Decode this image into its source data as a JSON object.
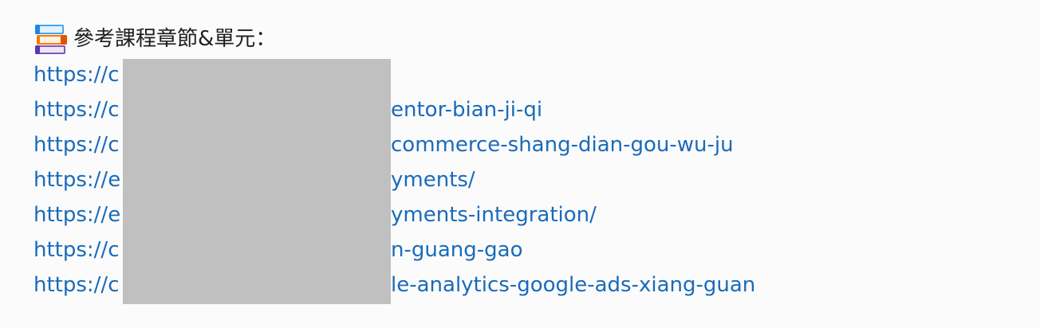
{
  "heading": {
    "icon": "books-icon",
    "text": "參考課程章節&單元："
  },
  "links": [
    {
      "visible_prefix": "https://c",
      "visible_suffix": ""
    },
    {
      "visible_prefix": "https://c",
      "visible_suffix": "entor-bian-ji-qi"
    },
    {
      "visible_prefix": "https://c",
      "visible_suffix": "commerce-shang-dian-gou-wu-ju"
    },
    {
      "visible_prefix": "https://e",
      "visible_suffix": "yments/"
    },
    {
      "visible_prefix": "https://e",
      "visible_suffix": "yments-integration/"
    },
    {
      "visible_prefix": "https://c",
      "visible_suffix": "n-guang-gao"
    },
    {
      "visible_prefix": "https://c",
      "visible_suffix": "le-analytics-google-ads-xiang-guan"
    }
  ],
  "colors": {
    "link": "#1a6bb8",
    "text": "#1e1e1e",
    "redaction": "#c0c0c0",
    "background": "#fbfbfc"
  }
}
